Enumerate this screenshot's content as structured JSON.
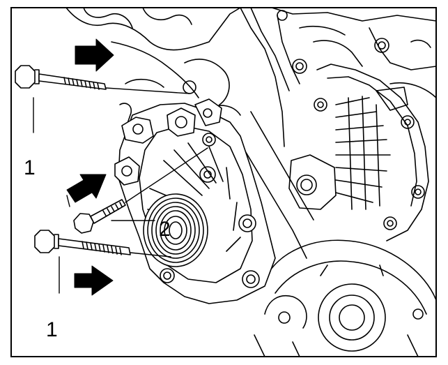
{
  "colors": {
    "line": "#000000",
    "paper": "#ffffff",
    "arrow": "#000000"
  },
  "callouts": [
    {
      "id": "bolt-long-upper",
      "label": "1"
    },
    {
      "id": "bolt-short-middle",
      "label": "2"
    },
    {
      "id": "bolt-long-lower",
      "label": "1"
    }
  ]
}
